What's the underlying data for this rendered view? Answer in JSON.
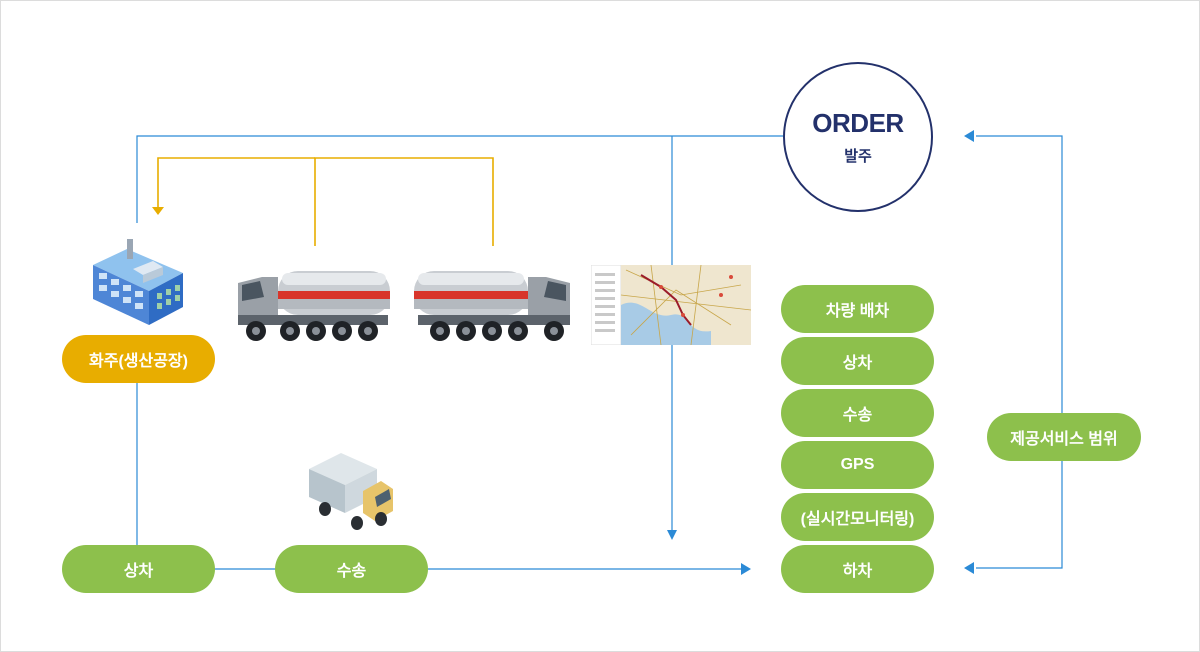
{
  "order": {
    "title": "ORDER",
    "subtitle": "발주"
  },
  "shipper": {
    "label": "화주(생산공장)"
  },
  "flow": {
    "loading": "상차",
    "transport": "수송"
  },
  "services": {
    "items": [
      "차량 배차",
      "상차",
      "수송",
      "GPS",
      "(실시간모니터링)",
      "하차"
    ]
  },
  "scope": {
    "label": "제공서비스 범위"
  },
  "colors": {
    "green": "#8dc04c",
    "gold": "#e8ad00",
    "navy": "#23316b",
    "blue_line": "#2b8ad6"
  },
  "icons": [
    "factory-icon",
    "tanker-truck-icon",
    "gps-map-icon",
    "cargo-truck-icon"
  ]
}
